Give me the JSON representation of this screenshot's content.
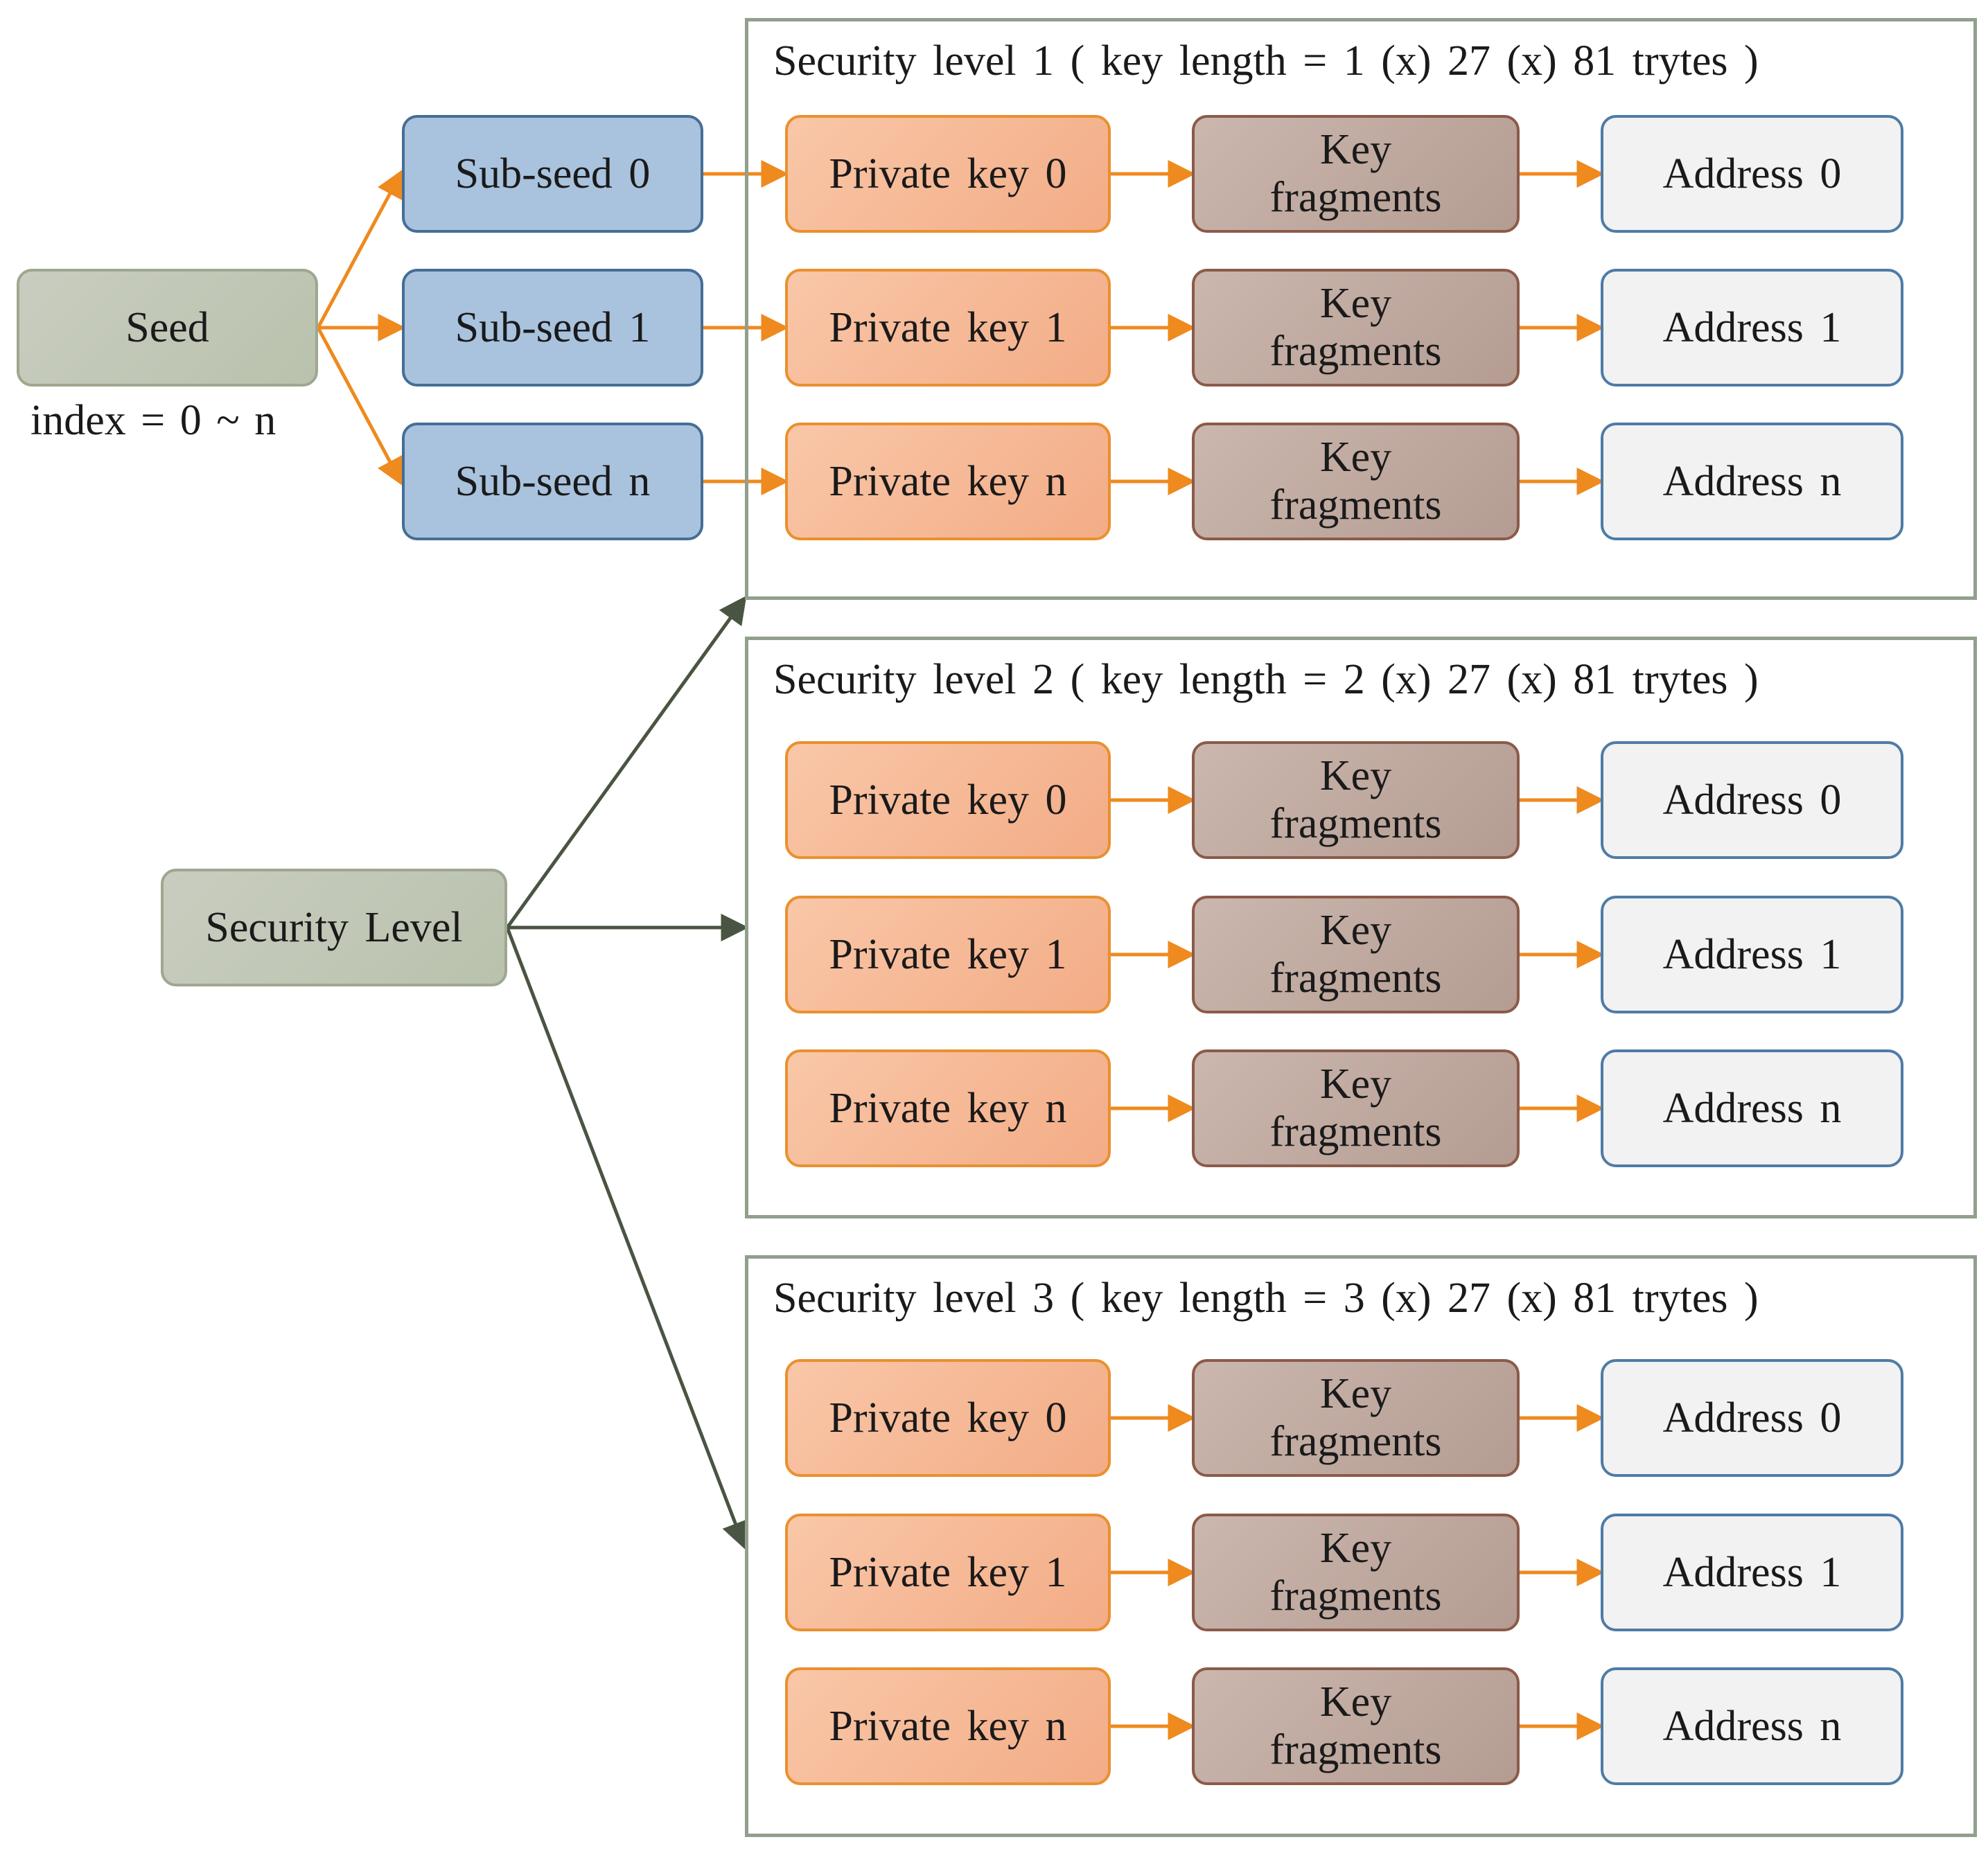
{
  "seed": {
    "label": "Seed",
    "caption": "index = 0 ~ n"
  },
  "security_level": {
    "label": "Security Level"
  },
  "subseeds": [
    "Sub-seed 0",
    "Sub-seed 1",
    "Sub-seed n"
  ],
  "groups": [
    {
      "title": "Security level 1 ( key length = 1 (x) 27 (x) 81 trytes )",
      "rows": [
        {
          "private_key": "Private key 0",
          "fragments": [
            "Key",
            "fragments"
          ],
          "address": "Address 0"
        },
        {
          "private_key": "Private key 1",
          "fragments": [
            "Key",
            "fragments"
          ],
          "address": "Address 1"
        },
        {
          "private_key": "Private key n",
          "fragments": [
            "Key",
            "fragments"
          ],
          "address": "Address n"
        }
      ]
    },
    {
      "title": "Security level 2 ( key length = 2 (x) 27 (x) 81 trytes )",
      "rows": [
        {
          "private_key": "Private key 0",
          "fragments": [
            "Key",
            "fragments"
          ],
          "address": "Address 0"
        },
        {
          "private_key": "Private key 1",
          "fragments": [
            "Key",
            "fragments"
          ],
          "address": "Address 1"
        },
        {
          "private_key": "Private key n",
          "fragments": [
            "Key",
            "fragments"
          ],
          "address": "Address n"
        }
      ]
    },
    {
      "title": "Security level 3 ( key length = 3 (x) 27 (x) 81 trytes )",
      "rows": [
        {
          "private_key": "Private key 0",
          "fragments": [
            "Key",
            "fragments"
          ],
          "address": "Address 0"
        },
        {
          "private_key": "Private key 1",
          "fragments": [
            "Key",
            "fragments"
          ],
          "address": "Address 1"
        },
        {
          "private_key": "Private key n",
          "fragments": [
            "Key",
            "fragments"
          ],
          "address": "Address n"
        }
      ]
    }
  ],
  "colors": {
    "orange_arrow": "#ee8a1e",
    "dark_arrow": "#4a5442",
    "group_border": "#90a08c"
  }
}
